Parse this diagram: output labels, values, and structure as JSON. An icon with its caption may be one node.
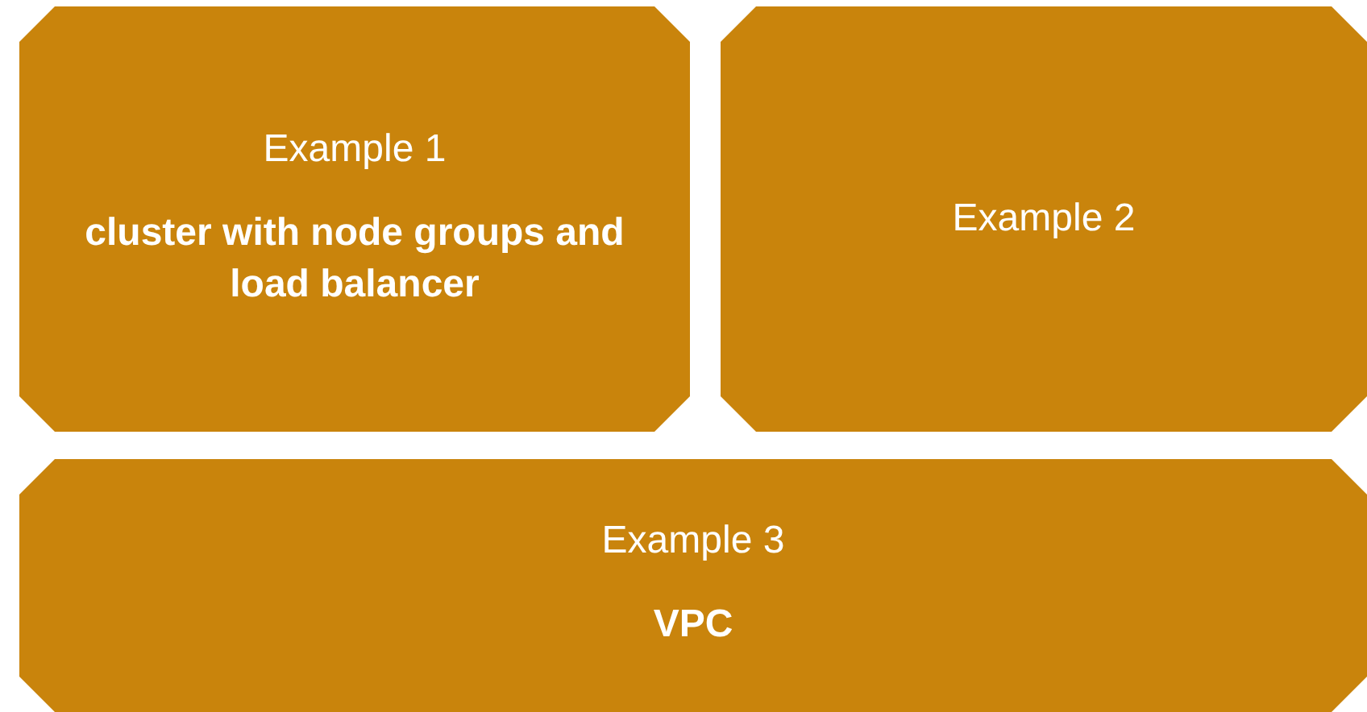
{
  "diagram": {
    "nodes": [
      {
        "text": [
          "Example 1",
          "cluster with node groups and load balancer"
        ]
      },
      {
        "text": [
          "Example 2"
        ]
      },
      {
        "text": [
          "Example 3",
          "VPC"
        ]
      }
    ]
  }
}
